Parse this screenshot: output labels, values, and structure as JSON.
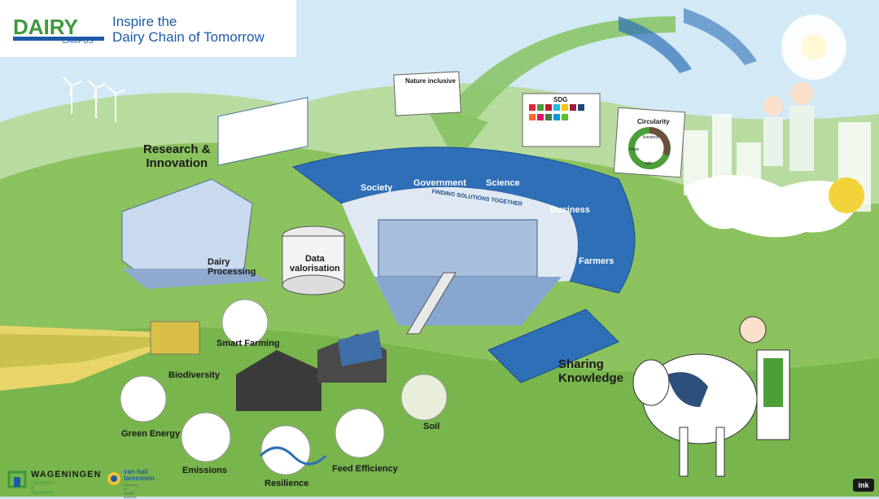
{
  "header": {
    "logo_word": "DAIRY",
    "logo_sub": "CAMPUS",
    "tagline_line1": "Inspire the",
    "tagline_line2": "Dairy Chain of Tomorrow"
  },
  "sections": {
    "research": {
      "line1": "Research &",
      "line2": "Innovation"
    },
    "dairy_processing": {
      "line1": "Dairy",
      "line2": "Processing"
    },
    "data_valorisation": {
      "line1": "Data",
      "line2": "valorisation"
    },
    "sharing_knowledge": {
      "line1": "Sharing",
      "line2": "Knowledge"
    }
  },
  "ring": {
    "society": "Society",
    "government": "Government",
    "science": "Science",
    "business": "Business",
    "farmers": "Farmers",
    "motto": "FINDING SOLUTIONS TOGETHER"
  },
  "boards": {
    "nature_inclusive": "Nature inclusive",
    "sdg": "SDG",
    "circularity": "Circularity",
    "circ_livestock": "livestock",
    "circ_soil": "soil",
    "circ_crops": "crops"
  },
  "topics": {
    "smart_farming": "Smart Farming",
    "biodiversity": "Biodiversity",
    "green_energy": "Green Energy",
    "emissions": "Emissions",
    "resilience": "Resilience",
    "feed_efficiency": "Feed Efficiency",
    "soil": "Soil"
  },
  "footer": {
    "wur_name": "WAGENINGEN",
    "wur_sub": "UNIVERSITY & RESEARCH",
    "vhl_line1": "van hall",
    "vhl_line2": "larenstein",
    "vhl_sub": "university of applied sciences",
    "ink": "ink"
  },
  "colors": {
    "brand_green": "#3c9a3a",
    "brand_blue": "#1d5aa6",
    "ring_blue": "#2e6fb8",
    "grass": "#8cc25e",
    "sky": "#cfe6f3"
  }
}
